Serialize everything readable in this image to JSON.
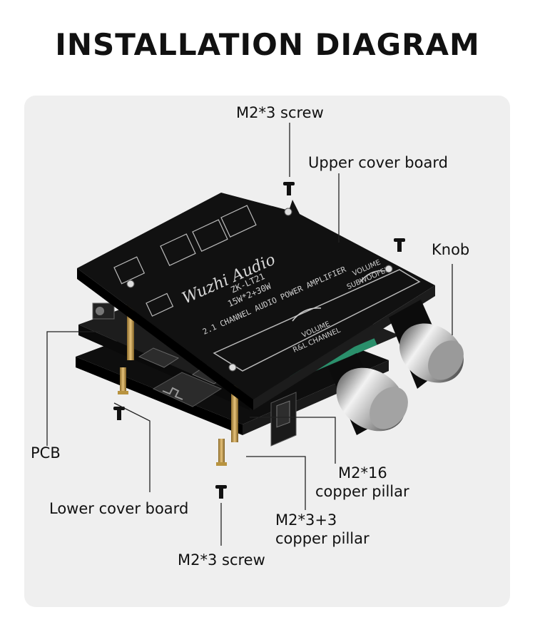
{
  "title": "INSTALLATION DIAGRAM",
  "labels": {
    "top_screw": "M2*3 screw",
    "upper_cover": "Upper cover board",
    "knob": "Knob",
    "pcb": "PCB",
    "pillar16_line1": "M2*16",
    "pillar16_line2": "copper pillar",
    "lower_cover": "Lower cover board",
    "pillar33_line1": "M2*3+3",
    "pillar33_line2": "copper pillar",
    "bottom_screw": "M2*3 screw"
  },
  "board_print": {
    "brand": "Wuzhi Audio",
    "model": "ZK-LT21",
    "power": "15W*2+30W",
    "desc": "2.1 CHANNEL AUDIO POWER AMPLIFIER",
    "vol_lr": "VOLUME",
    "vol_lr_sub": "R&L CHANNEL",
    "vol_sub": "VOLUME",
    "vol_sub_sub": "SUBWOOFER"
  },
  "colors": {
    "board": "#121212",
    "pcb": "#1b1b1b",
    "copper": "#c9a255",
    "chrome": "#d9d9d9",
    "panel": "#efefef"
  }
}
